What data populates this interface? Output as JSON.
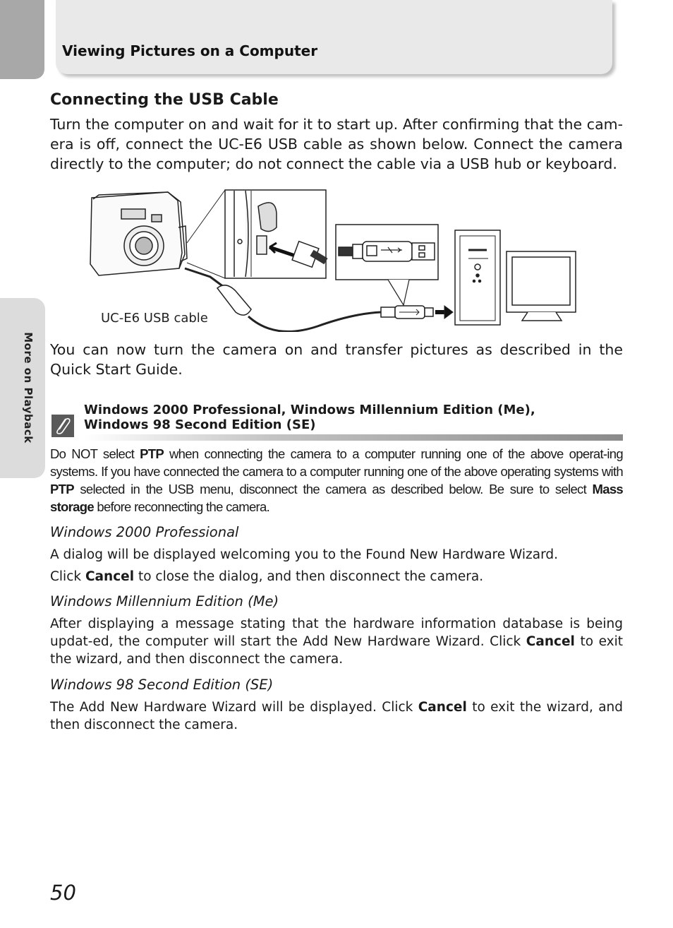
{
  "header": {
    "title": "Viewing Pictures on a Computer"
  },
  "side_tab": {
    "label": "More on Playback"
  },
  "section": {
    "title": "Connecting the USB Cable",
    "intro": "Turn the computer on and wait for it to start up. After confirming that the cam-era is off, connect the UC-E6 USB cable as shown below. Connect the camera directly to the computer; do not connect the cable via a USB hub or keyboard.",
    "after_figure": "You can now turn the camera on and transfer pictures as described in the Quick Start Guide."
  },
  "figure": {
    "caption": "UC-E6 USB cable"
  },
  "note": {
    "title_line1": "Windows 2000 Professional, Windows Millennium Edition (Me),",
    "title_line2": "Windows 98 Second Edition (SE)",
    "t1": "Do NOT select ",
    "b1": "PTP",
    "t2": " when connecting the camera to a computer running one of the above operat-ing systems. If you have connected the camera to a computer running one of the above operating systems with ",
    "b2": "PTP",
    "t3": " selected in the USB menu, disconnect the camera as described below. Be sure to select ",
    "b3": "Mass storage",
    "t4": " before reconnecting the camera."
  },
  "win2000": {
    "heading": "Windows 2000 Professional",
    "line1": "A dialog will be displayed welcoming you to the Found New Hardware Wizard.",
    "l2a": "Click ",
    "l2b": "Cancel",
    "l2c": " to close the dialog, and then disconnect the camera."
  },
  "winme": {
    "heading": "Windows Millennium Edition (Me)",
    "t1": "After displaying a message stating that the hardware information database is being updat-ed, the computer will start the Add New Hardware Wizard. Click ",
    "b1": "Cancel",
    "t2": " to exit the wizard, and then disconnect the camera."
  },
  "win98": {
    "heading": "Windows 98 Second Edition (SE)",
    "t1": "The Add New Hardware Wizard will be displayed. Click ",
    "b1": "Cancel",
    "t2": " to exit the wizard, and then disconnect the camera."
  },
  "page_number": "50"
}
